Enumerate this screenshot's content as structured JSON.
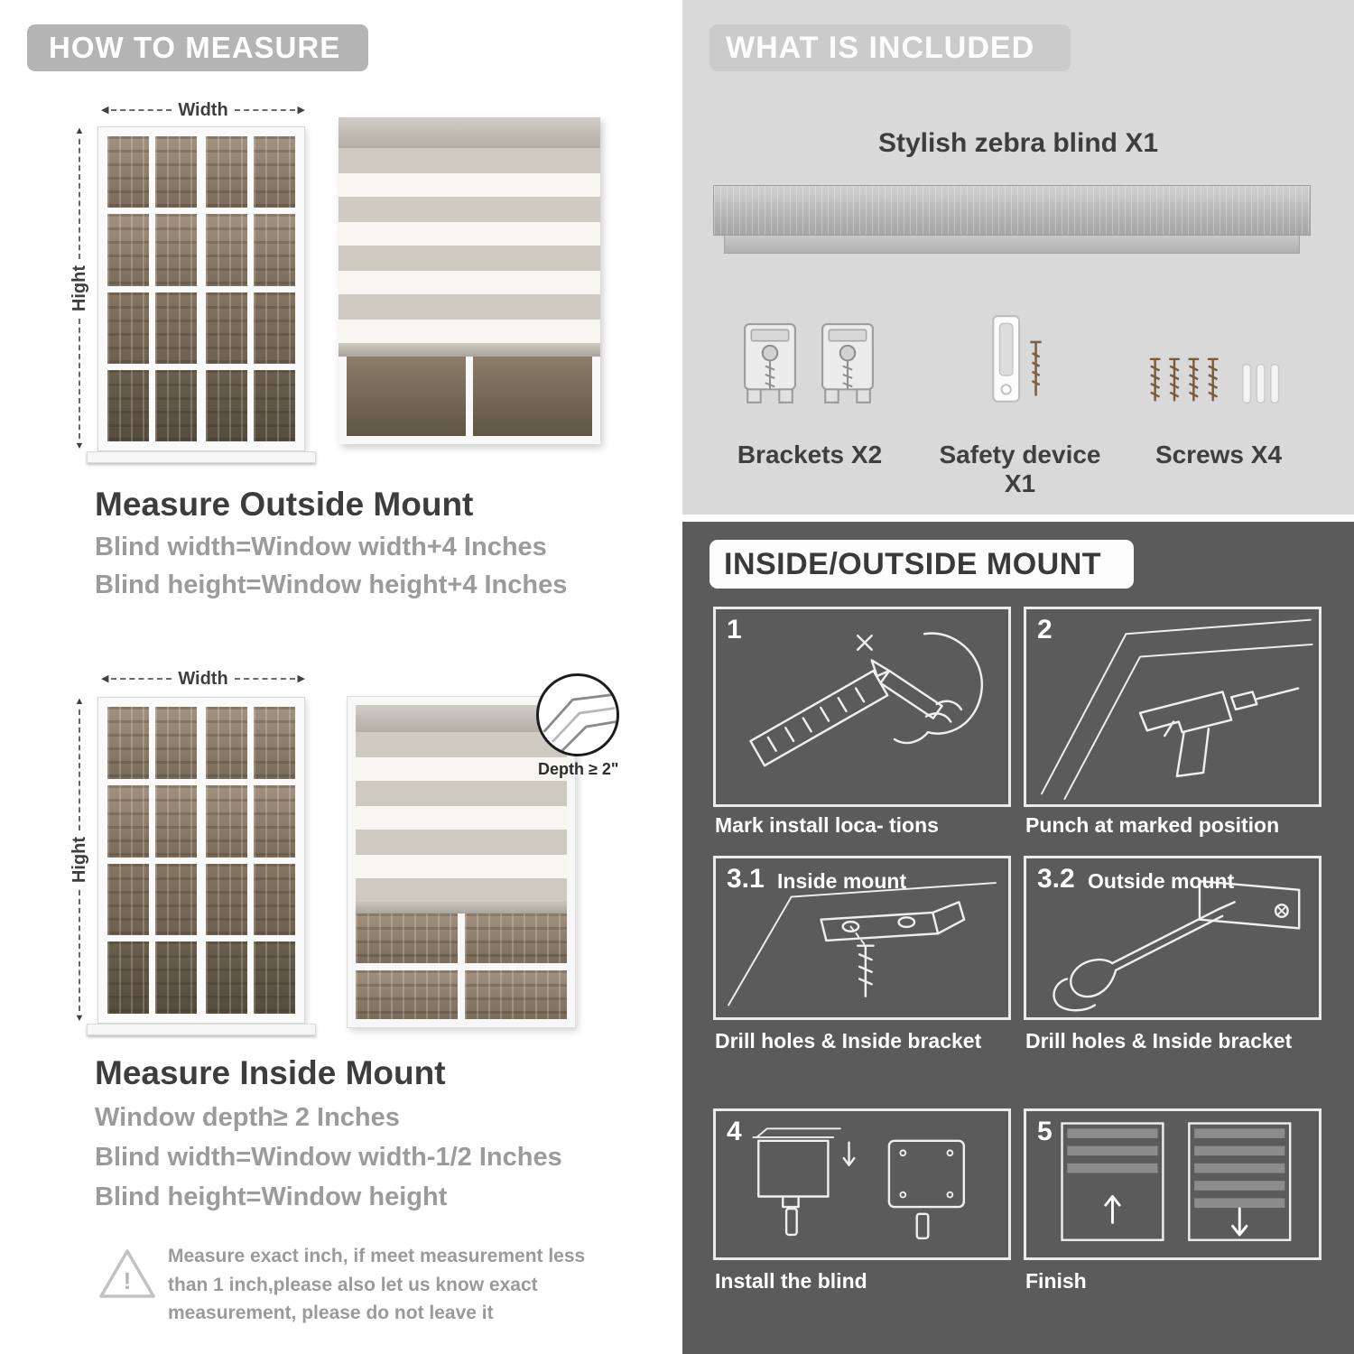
{
  "left": {
    "header": "HOW TO MEASURE",
    "labels": {
      "width": "Width",
      "height": "Hight",
      "depth": "Depth ≥ 2\""
    },
    "outside": {
      "title": "Measure Outside Mount",
      "line1": "Blind width=Window width+4 Inches",
      "line2": "Blind height=Window height+4 Inches"
    },
    "inside": {
      "title": "Measure Inside Mount",
      "line1": "Window depth≥ 2 Inches",
      "line2": "Blind width=Window width-1/2 Inches",
      "line3": "Blind height=Window height"
    },
    "warning": {
      "mark": "!",
      "text": "Measure exact inch, if meet measurement less than 1 inch,please also let us know exact measurement, please do not leave it"
    }
  },
  "included": {
    "header": "WHAT IS INCLUDED",
    "blind_label": "Stylish zebra blind X1",
    "items": [
      {
        "label": "Brackets X2"
      },
      {
        "label": "Safety device X1"
      },
      {
        "label": "Screws X4"
      }
    ]
  },
  "mount": {
    "header": "INSIDE/OUTSIDE MOUNT",
    "steps": [
      {
        "num": "1",
        "sub": "",
        "caption": "Mark install loca- tions"
      },
      {
        "num": "2",
        "sub": "",
        "caption": "Punch at marked position"
      },
      {
        "num": "3.1",
        "sub": "Inside mount",
        "caption": "Drill holes & Inside bracket"
      },
      {
        "num": "3.2",
        "sub": "Outside mount",
        "caption": "Drill holes & Inside bracket"
      },
      {
        "num": "4",
        "sub": "",
        "caption": "Install the blind"
      },
      {
        "num": "5",
        "sub": "",
        "caption": "Finish"
      }
    ]
  },
  "icons": {
    "arrow_left": "◀",
    "arrow_right": "▶",
    "arrow_up": "▲",
    "arrow_down": "▼",
    "warning_mark": "!"
  },
  "colors": {
    "header_pill": "#b4b4b4",
    "included_bg": "#d9d9d9",
    "mount_bg": "#5b5b5b",
    "title_text": "#3d3d3d",
    "body_text": "#9b9b9b",
    "white": "#ffffff"
  }
}
